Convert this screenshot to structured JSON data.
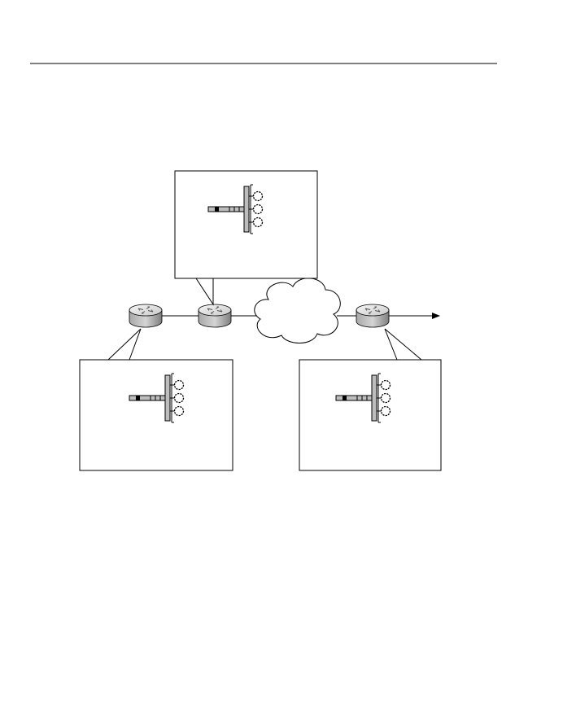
{
  "diagram": {
    "routers": [
      {
        "id": "router-1",
        "icon": "router-icon"
      },
      {
        "id": "router-2",
        "icon": "router-icon"
      },
      {
        "id": "router-3",
        "icon": "router-icon"
      }
    ],
    "callouts": [
      {
        "id": "callout-top",
        "attached_to": "router-2",
        "icon": "queue-icon"
      },
      {
        "id": "callout-left",
        "attached_to": "router-1",
        "icon": "queue-icon"
      },
      {
        "id": "callout-right",
        "attached_to": "router-3",
        "icon": "queue-icon"
      }
    ],
    "cloud": {
      "icon": "network-cloud-icon"
    },
    "colors": {
      "stroke": "#000000",
      "router_light": "#eeeeee",
      "router_dark": "#8e8e8e",
      "queue_fill": "#bdbdbd"
    }
  }
}
